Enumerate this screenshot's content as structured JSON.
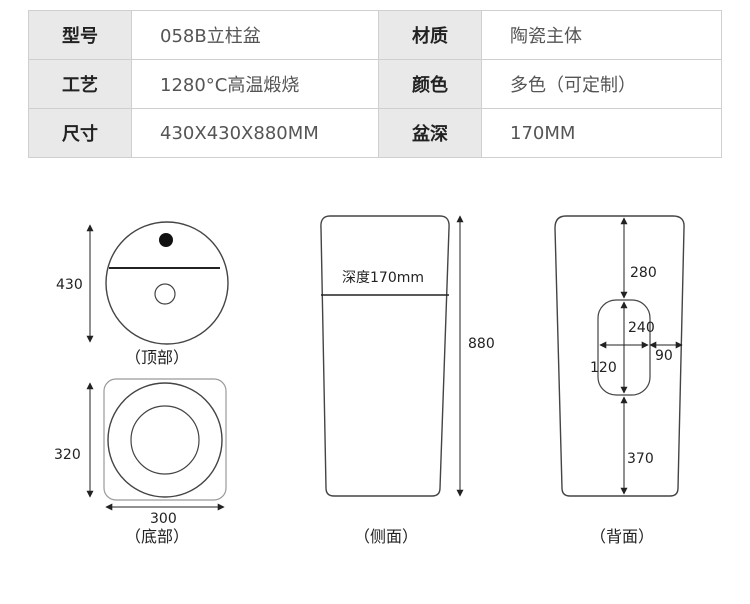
{
  "specs": {
    "rows": [
      {
        "k1": "型号",
        "v1": "058B立柱盆",
        "k2": "材质",
        "v2": "陶瓷主体"
      },
      {
        "k1": "工艺",
        "v1": "1280°C高温煅烧",
        "k2": "颜色",
        "v2": "多色（可定制）"
      },
      {
        "k1": "尺寸",
        "v1": "430X430X880MM",
        "k2": "盆深",
        "v2": "170MM"
      }
    ]
  },
  "drawings": {
    "top": {
      "dim": "430",
      "caption": "（顶部）"
    },
    "bottom": {
      "height_dim": "320",
      "width_dim": "300",
      "caption": "（底部）"
    },
    "side": {
      "depth_label": "深度170mm",
      "height_dim": "880",
      "caption": "（侧面）"
    },
    "back": {
      "upper_dim": "280",
      "slot_height_dim": "240",
      "slot_width_dim": "120",
      "side_dim": "90",
      "lower_dim": "370",
      "caption": "（背面）"
    }
  },
  "colors": {
    "header_bg": "#e9e9e9",
    "line": "#444444",
    "accent_dot": "#111111"
  }
}
